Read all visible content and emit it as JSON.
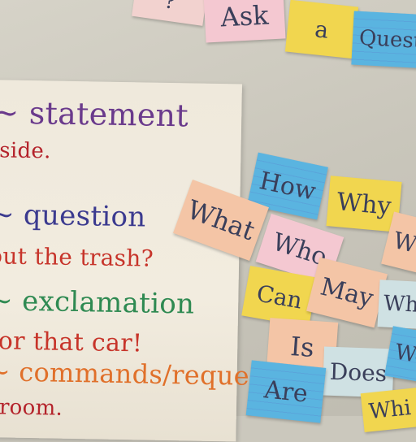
{
  "poster": {
    "lines": [
      {
        "text": "~ statement",
        "color": "#6a3a8c"
      },
      {
        "text": "tside.",
        "color": "#b4232b"
      },
      {
        "text": "~ question",
        "color": "#3b3a8f"
      },
      {
        "text": "out the trash?",
        "color": "#c7342a"
      },
      {
        "text": "~ exclamation",
        "color": "#2f8a52"
      },
      {
        "text": "for that car!",
        "color": "#c7342a"
      },
      {
        "text": "~ commands/request",
        "color": "#e0702a"
      },
      {
        "text": "room.",
        "color": "#b4232b"
      }
    ]
  },
  "cards": [
    {
      "text": "?",
      "color": "#f2d2cf"
    },
    {
      "text": "Ask",
      "color": "#f4c8d1"
    },
    {
      "text": "a",
      "color": "#f1d64f"
    },
    {
      "text": "Quest",
      "color": "#5ab4e0"
    },
    {
      "text": "How",
      "color": "#5ab4e0"
    },
    {
      "text": "Why",
      "color": "#f1d64f"
    },
    {
      "text": "What",
      "color": "#f4c5a6"
    },
    {
      "text": "Who",
      "color": "#f4c8d1"
    },
    {
      "text": "W",
      "color": "#f4c5a6"
    },
    {
      "text": "Can",
      "color": "#f1d64f"
    },
    {
      "text": "May",
      "color": "#f4c5a6"
    },
    {
      "text": "Wh",
      "color": "#cfe1e3"
    },
    {
      "text": "Is",
      "color": "#f4c5a6"
    },
    {
      "text": "Does",
      "color": "#cfe1e3"
    },
    {
      "text": "Wo",
      "color": "#5ab4e0"
    },
    {
      "text": "Are",
      "color": "#5ab4e0"
    },
    {
      "text": "Whi",
      "color": "#f1d64f"
    }
  ]
}
